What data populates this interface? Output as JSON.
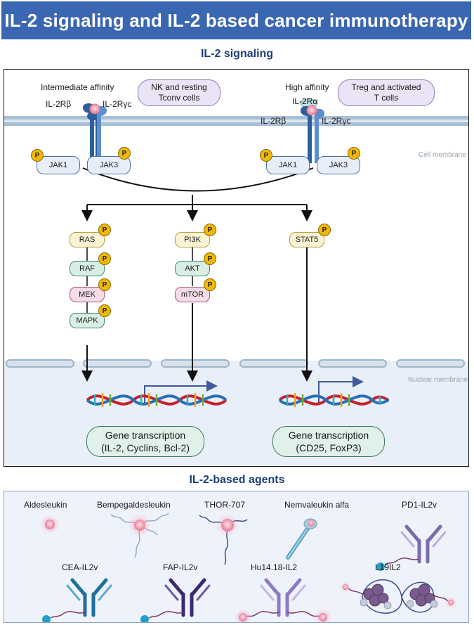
{
  "header": {
    "title": "IL-2 signaling and IL-2 based cancer immunotherapy"
  },
  "signaling": {
    "section_title": "IL-2 signaling",
    "intermediate_affinity": "Intermediate affinity",
    "high_affinity": "High affinity",
    "nk_cells": [
      "NK and resting",
      "Tconv cells"
    ],
    "treg_cells": [
      "Treg and activated",
      "T cells"
    ],
    "il2rb": "IL-2Rβ",
    "il2ryc": "IL-2Rγc",
    "il2ra": "IL-2Rα",
    "jak1": "JAK1",
    "jak3": "JAK3",
    "p": "P",
    "cell_membrane": "Cell membrane",
    "nuclear_membrane": "Nuclear membrane",
    "pathway_ras": [
      "RAS",
      "RAF",
      "MEK",
      "MAPK"
    ],
    "pathway_pi3k": [
      "PI3K",
      "AKT",
      "mTOR"
    ],
    "stat5": "STAT5",
    "gene_left": {
      "title": "Gene transcription",
      "detail": "(IL-2, Cyclins, Bcl-2)"
    },
    "gene_right": {
      "title": "Gene transcription",
      "detail": "(CD25, FoxP3)"
    }
  },
  "agents": {
    "section_title": "IL-2-based agents",
    "items": [
      "Aldesleukin",
      "Bempegaldesleukin",
      "THOR-707",
      "Nemvaleukin alfa",
      "PD1-IL2v",
      "CEA-IL2v",
      "FAP-IL2v",
      "Hu14.18-IL2",
      "L19IL2"
    ]
  },
  "colors": {
    "banner": "#3a66b2",
    "title_text": "#1f3f7a",
    "phospho": "#f2b705",
    "il2": "#f29bb0",
    "receptor_dark": "#2d5f9a",
    "receptor_light": "#5b8fcf",
    "nucleus_bg": "#e9eff8"
  }
}
